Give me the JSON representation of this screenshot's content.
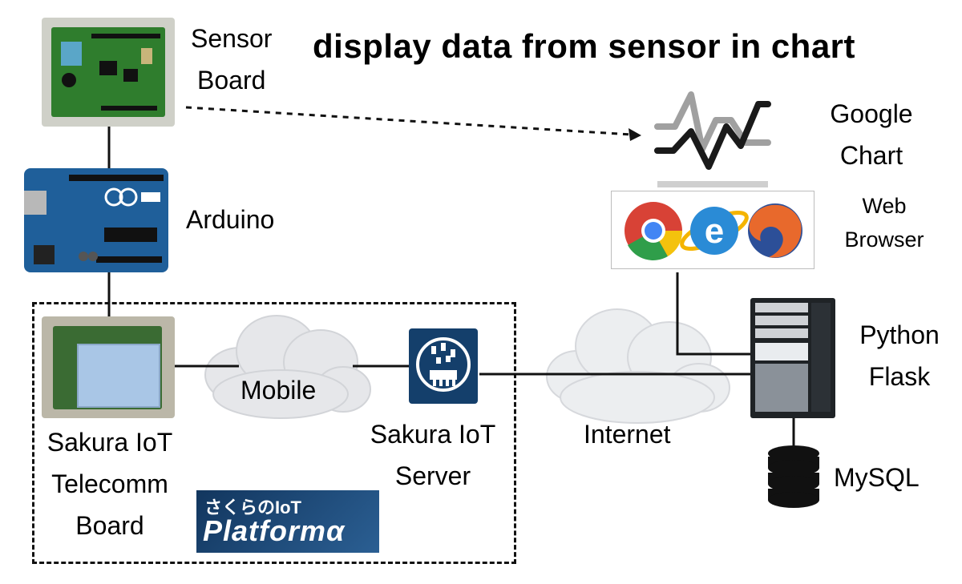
{
  "title": "display data from sensor in chart",
  "labels": {
    "sensor_board": [
      "Sensor",
      "Board"
    ],
    "arduino": "Arduino",
    "telecomm": [
      "Sakura IoT",
      "Telecomm",
      "Board"
    ],
    "mobile": "Mobile",
    "iot_server": [
      "Sakura IoT",
      "Server"
    ],
    "internet": "Internet",
    "google_chart": [
      "Google",
      "Chart"
    ],
    "web_browser": [
      "Web",
      "Browser"
    ],
    "python_flask": [
      "Python",
      "Flask"
    ],
    "mysql": "MySQL"
  },
  "platform_logo": {
    "jp": "さくらのIoT",
    "en": "Platformα"
  },
  "icons": [
    "sensor-board-photo",
    "arduino-photo",
    "telecomm-board-photo",
    "cloud-icon",
    "server-icon",
    "chart-icon",
    "chrome-icon",
    "ie-icon",
    "firefox-icon",
    "server-tower-icon",
    "database-icon"
  ]
}
